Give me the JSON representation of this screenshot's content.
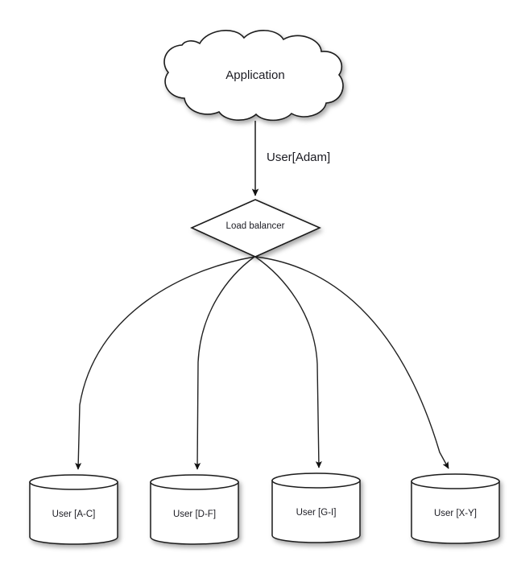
{
  "diagram": {
    "type": "architecture-diagram",
    "background_color": "#ffffff",
    "stroke_color": "#1a1a1a",
    "text_color": "#1b1b22",
    "nodes": {
      "cloud": {
        "shape": "cloud",
        "label": "Application"
      },
      "load_balancer": {
        "shape": "diamond",
        "label": "Load balancer"
      },
      "databases": [
        {
          "shape": "cylinder",
          "label": "User [A-C]"
        },
        {
          "shape": "cylinder",
          "label": "User [D-F]"
        },
        {
          "shape": "cylinder",
          "label": "User [G-I]"
        },
        {
          "shape": "cylinder",
          "label": "User [X-Y]"
        }
      ]
    },
    "edges": {
      "app_to_balancer_label": "User[Adam]"
    }
  }
}
